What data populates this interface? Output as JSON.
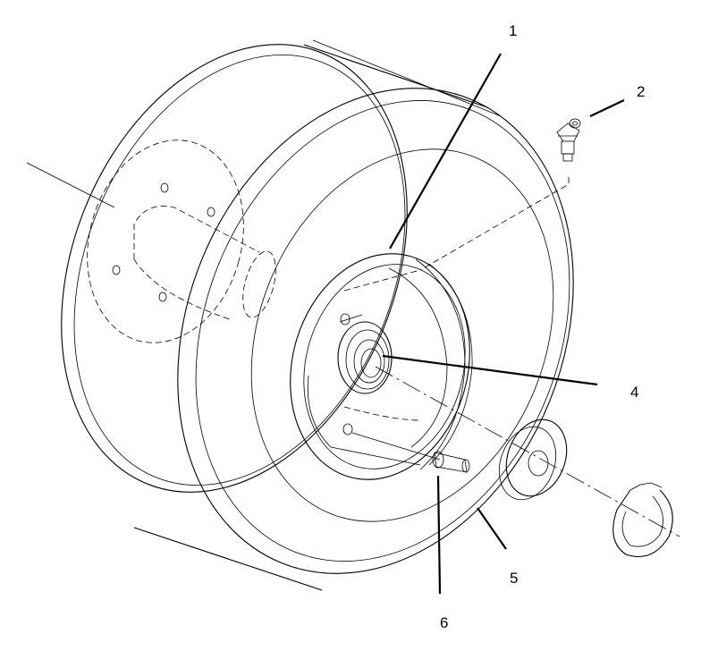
{
  "diagram": {
    "callouts": [
      {
        "id": "c1",
        "label": "1"
      },
      {
        "id": "c2",
        "label": "2"
      },
      {
        "id": "c4",
        "label": "4"
      },
      {
        "id": "c5",
        "label": "5"
      },
      {
        "id": "c6",
        "label": "6"
      }
    ]
  }
}
